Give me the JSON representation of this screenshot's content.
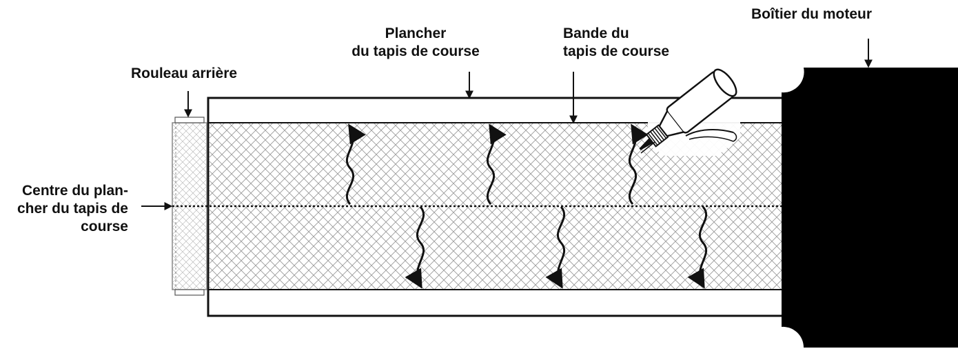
{
  "labels": {
    "floor": [
      "Plancher",
      "du tapis de course"
    ],
    "belt": [
      "Bande du",
      "tapis de course"
    ],
    "motor": "Boîtier du moteur",
    "rear_roller": "Rouleau arrière",
    "floor_center": [
      "Centre du plan-",
      "cher du tapis de",
      "course"
    ]
  },
  "colors": {
    "ink": "#111111",
    "motor_housing": "#000000",
    "belt_mesh": "#9a9a9a",
    "paper": "#ffffff"
  },
  "icons": {
    "lubricant": "lubricant-bottle-icon",
    "arrows": "wavy-arrow-icon"
  }
}
